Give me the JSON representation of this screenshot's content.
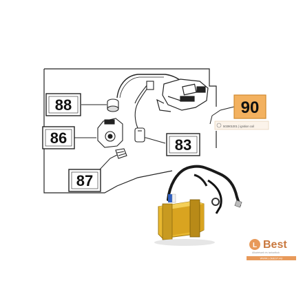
{
  "callouts": {
    "p88": "88",
    "p86": "86",
    "p87": "87",
    "p83": "83",
    "p90": "90"
  },
  "part_tooltip": {
    "text": "503901001 | ignition coil"
  },
  "brand": {
    "name": "Best",
    "tagline": "Alkatrészek és tartozékok",
    "url": "WWW.LOBEST.HU"
  },
  "colors": {
    "highlight": "#f3b15f",
    "coil_yellow": "#e8b830",
    "brand_orange": "#e89a5a",
    "outline": "#222222"
  }
}
